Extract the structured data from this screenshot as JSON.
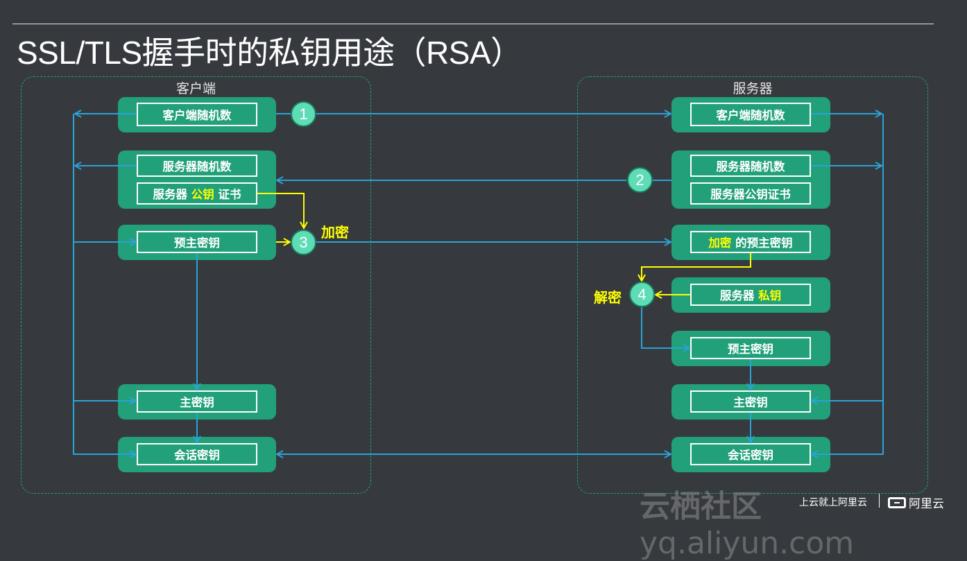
{
  "title": "SSL/TLS握手时的私钥用途（RSA）",
  "client": {
    "label": "客户端",
    "boxes": {
      "client_random": "客户端随机数",
      "server_random": "服务器随机数",
      "cert_pre": "服务器 ",
      "cert_hl": "公钥",
      "cert_post": " 证书",
      "pre_master": "预主密钥",
      "master": "主密钥",
      "session": "会话密钥"
    },
    "encrypt_note": "加密"
  },
  "server": {
    "label": "服务器",
    "boxes": {
      "client_random": "客户端随机数",
      "server_random": "服务器随机数",
      "cert": "服务器公钥证书",
      "enc_hl": "加密",
      "enc_post": " 的预主密钥",
      "priv_pre": "服务器 ",
      "priv_hl": "私钥",
      "pre_master": "预主密钥",
      "master": "主密钥",
      "session": "会话密钥"
    },
    "decrypt_note": "解密"
  },
  "steps": [
    "1",
    "2",
    "3",
    "4"
  ],
  "colors": {
    "card": "#21a07a",
    "wire": "#2aa3d6",
    "highlight": "#ffff00",
    "badge": "#5ddcb5",
    "background": "#363a3f"
  },
  "footer": {
    "watermark_cn": "云栖社区",
    "watermark_url": "yq.aliyun.com",
    "slogan": "上云就上阿里云",
    "brand": "阿里云"
  }
}
